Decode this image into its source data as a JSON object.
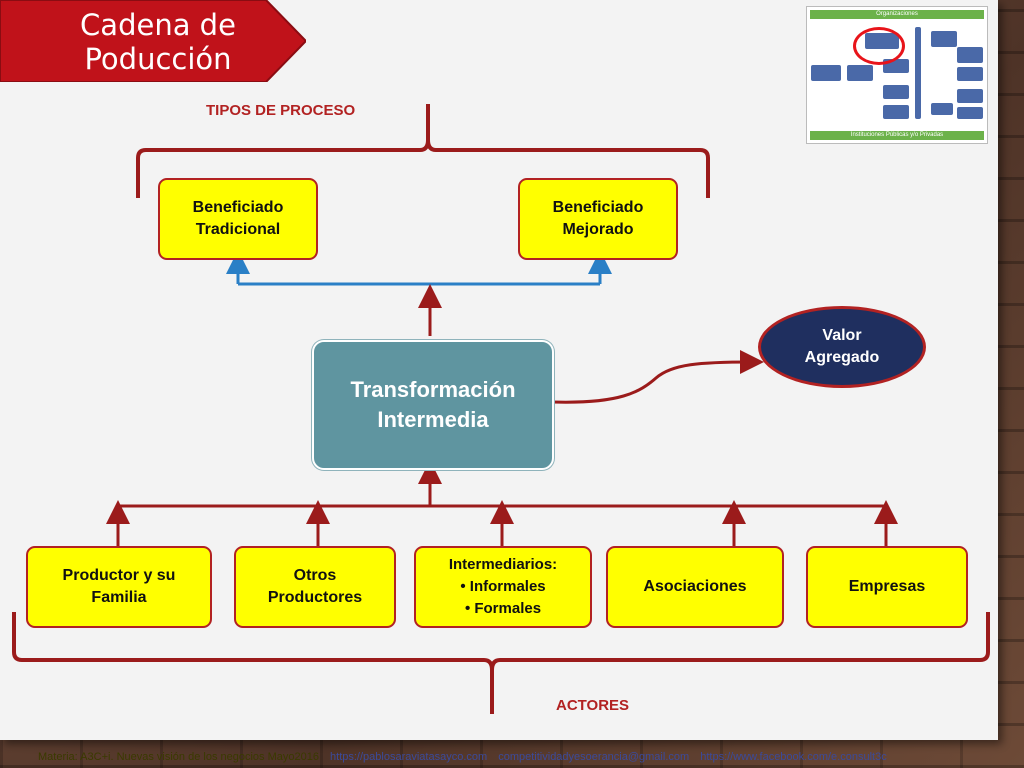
{
  "slide": {
    "title": "Cadena de\nPoducción",
    "colors": {
      "banner": "#c0121a",
      "bracket": "#9b1b1b",
      "box_fill": "#ffff00",
      "teal": "#5f95a0",
      "oval": "#1f2f5f",
      "blue_arrow": "#2a7fc6"
    }
  },
  "diagram": {
    "tipos_label": "TIPOS DE PROCESO",
    "actores_label": "ACTORES",
    "proceso": {
      "tradicional": "Beneficiado\nTradicional",
      "mejorado": "Beneficiado\nMejorado"
    },
    "center": "Transformación\nIntermedia",
    "valor": "Valor\nAgregado",
    "actores": {
      "productor": "Productor y su\nFamilia",
      "otros": "Otros\nProductores",
      "intermediarios": "Intermediarios:\n• Informales\n• Formales",
      "asociaciones": "Asociaciones",
      "empresas": "Empresas"
    }
  },
  "thumbnail": {
    "top_bar": "Organizaciones",
    "bottom_bar": "Instituciones Públicas y/o Privadas"
  },
  "footer": {
    "course": "Materia: A3C+i. Nuevas visión de los negocios Mayo2016",
    "link1": "https://pablosaraviatasayco.com",
    "link2": "competitividadyesoerancia@gmail.com",
    "link3": "https://www.facebook.com/e.consult3c"
  }
}
